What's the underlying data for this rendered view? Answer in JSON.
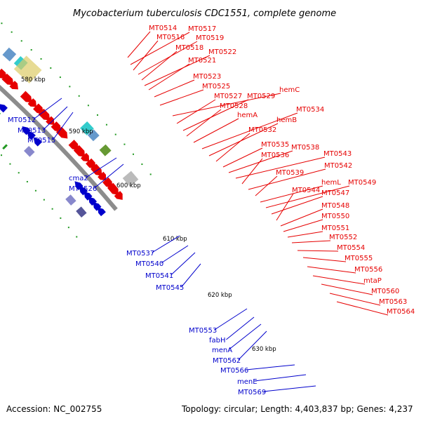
{
  "title": "Mycobacterium tuberculosis CDC1551, complete genome",
  "footer": {
    "accession": "Accession: NC_002755",
    "topology": "Topology: circular; Length: 4,403,837 bp; Genes: 4,237"
  },
  "colors": {
    "forward_gene": "#e60000",
    "reverse_gene": "#0000cc",
    "backbone": "#8c8c8c",
    "tick": "#229922"
  },
  "ticks": [
    "580 kbp",
    "590 kbp",
    "600 kbp",
    "610 kbp",
    "620 kbp",
    "630 kbp"
  ],
  "forward_genes": [
    "MT0514",
    "MT0517",
    "MT0516",
    "MT0519",
    "MT0518",
    "MT0522",
    "MT0521",
    "MT0523",
    "MT0525",
    "hemC",
    "MT0527",
    "MT0529",
    "MT0528",
    "hemA",
    "MT0534",
    "hemB",
    "MT0532",
    "MT0535",
    "MT0538",
    "MT0543",
    "MT0536",
    "MT0542",
    "MT0539",
    "hemL",
    "MT0549",
    "MT0547",
    "MT0544",
    "MT0548",
    "MT0550",
    "MT0551",
    "MT0552",
    "MT0554",
    "MT0555",
    "MT0556",
    "mtaP",
    "MT0560",
    "MT0563",
    "MT0564"
  ],
  "reverse_genes": [
    "MT0512",
    "MT0513",
    "MT0515",
    "cma2",
    "MT0526",
    "MT0537",
    "MT0540",
    "MT0541",
    "MT0545",
    "MT0553",
    "fabH",
    "menA",
    "MT0562",
    "MT0566",
    "menE",
    "MT0569"
  ]
}
